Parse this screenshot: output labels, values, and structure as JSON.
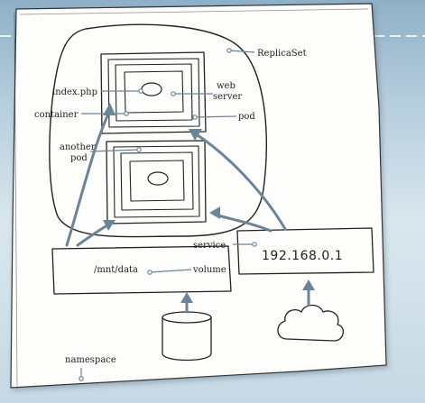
{
  "labels": {
    "replicaset": "ReplicaSet",
    "index_php": "index.php",
    "web": "web",
    "server": "server",
    "container": "container",
    "pod": "pod",
    "another": "another",
    "another_pod": "pod",
    "service": "service",
    "service_ip": "192.168.0.1",
    "mnt_data": "/mnt/data",
    "volume": "volume",
    "namespace": "namespace"
  },
  "colors": {
    "ink": "#222222",
    "paper": "#fdfdfc",
    "arrow": "#6b8497",
    "background": "#b5cddd"
  }
}
